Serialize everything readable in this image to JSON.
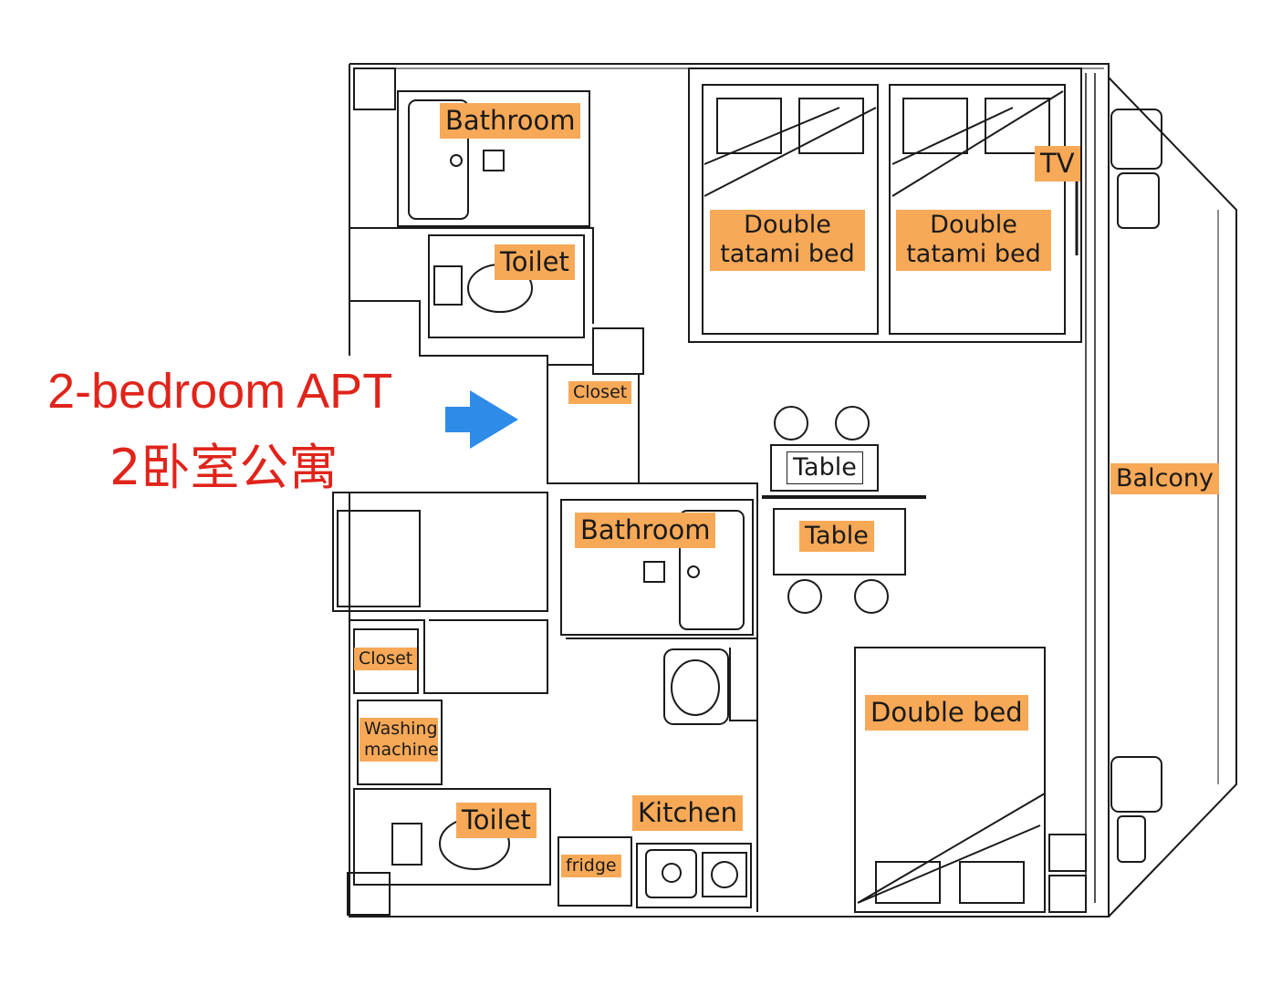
{
  "title": {
    "english": "2-bedroom APT",
    "chinese": "2卧室公寓"
  },
  "colors": {
    "title": "#e0241b",
    "label_background": "#f7a957",
    "arrow": "#2f8be8",
    "line": "#1a1a1a"
  },
  "labels": {
    "bathroom_top": "Bathroom",
    "toilet_top": "Toilet",
    "closet_top": "Closet",
    "double_tatami_bed_1": "Double tatami bed",
    "double_tatami_bed_2": "Double tatami bed",
    "tv": "TV",
    "table_1": "Table",
    "table_2": "Table",
    "balcony": "Balcony",
    "bathroom_middle": "Bathroom",
    "closet_left": "Closet",
    "washing_machine": "Washing machine",
    "toilet_bottom": "Toilet",
    "kitchen": "Kitchen",
    "fridge": "fridge",
    "double_bed": "Double bed"
  },
  "icons": {
    "entrance_arrow": "arrow-right-icon"
  }
}
